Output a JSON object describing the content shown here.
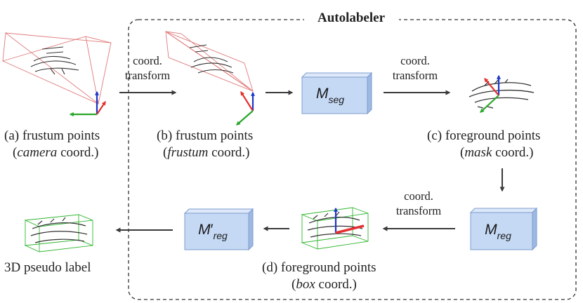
{
  "title": "Autolabeler",
  "arrow_labels": {
    "coord_transform_1": [
      "coord.",
      "transform"
    ],
    "coord_transform_2": [
      "coord.",
      "transform"
    ],
    "coord_transform_3": [
      "coord.",
      "transform"
    ]
  },
  "modules": {
    "seg": {
      "base": "M",
      "sub": "seg",
      "prime": ""
    },
    "reg": {
      "base": "M",
      "sub": "reg",
      "prime": ""
    },
    "reg_prime": {
      "base": "M",
      "sub": "reg",
      "prime": "′"
    }
  },
  "captions": {
    "a": {
      "line1": "(a) frustum points",
      "italic": "camera",
      "suffix": " coord.)"
    },
    "b": {
      "line1": "(b) frustum points",
      "italic": "frustum",
      "suffix": " coord.)"
    },
    "c": {
      "line1": "(c) foreground points",
      "italic": "mask",
      "suffix": " coord.)"
    },
    "d": {
      "line1": "(d) foreground points",
      "italic": "box",
      "suffix": " coord.)"
    },
    "final": "3D pseudo label"
  },
  "colors": {
    "module_fill": "#c5d9f5",
    "module_top": "#dde9fa",
    "module_side": "#9db8e3",
    "module_stroke": "#7e9ccc",
    "axis_x": "#e53030",
    "axis_y": "#2aa52a",
    "axis_z": "#1c36c8",
    "frustum": "#e07a7a",
    "box": "#2fb52f",
    "arrow": "#3a3a3a"
  }
}
